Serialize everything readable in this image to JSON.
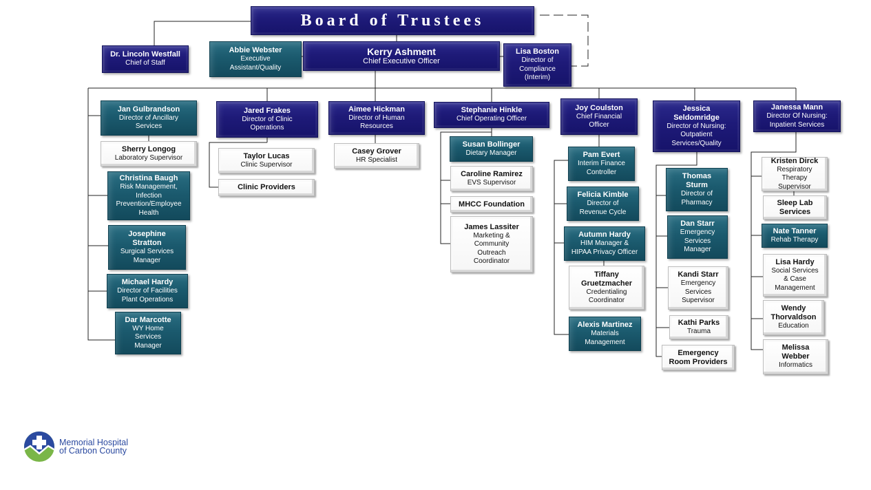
{
  "title": "Board of Trustees",
  "colors": {
    "navy": "#1e1a78",
    "teal": "#1b5a6e",
    "white": "#ffffff",
    "logo_blue": "#2b4aa0",
    "logo_green": "#7ab648"
  },
  "logo": {
    "line1": "Memorial Hospital",
    "line2": "of Carbon County",
    "icon": "hospital-cross-icon"
  },
  "nodes": [
    {
      "id": "board",
      "name": "Board of Trustees",
      "title": "",
      "style": "navy"
    },
    {
      "id": "westfall",
      "name": "Dr. Lincoln Westfall",
      "title": "Chief of Staff",
      "style": "navy"
    },
    {
      "id": "webster",
      "name": "Abbie Webster",
      "title": "Executive\nAssistant/Quality",
      "style": "teal"
    },
    {
      "id": "ashment",
      "name": "Kerry Ashment",
      "title": "Chief Executive Officer",
      "style": "navy"
    },
    {
      "id": "boston",
      "name": "Lisa Boston",
      "title": "Director of\nCompliance\n(Interim)",
      "style": "navy"
    },
    {
      "id": "gulbrandson",
      "name": "Jan Gulbrandson",
      "title": "Director of Ancillary\nServices",
      "style": "teal"
    },
    {
      "id": "longog",
      "name": "Sherry Longog",
      "title": "Laboratory Supervisor",
      "style": "white"
    },
    {
      "id": "baugh",
      "name": "Christina Baugh",
      "title": "Risk Management,\nInfection\nPrevention/Employee\nHealth",
      "style": "teal"
    },
    {
      "id": "stratton",
      "name": "Josephine\nStratton",
      "title": "Surgical Services\nManager",
      "style": "teal"
    },
    {
      "id": "mhardy",
      "name": "Michael Hardy",
      "title": "Director of Facilities\nPlant Operations",
      "style": "teal"
    },
    {
      "id": "marcotte",
      "name": "Dar Marcotte",
      "title": "WY Home\nServices\nManager",
      "style": "teal"
    },
    {
      "id": "frakes",
      "name": "Jared Frakes",
      "title": "Director of Clinic\nOperations",
      "style": "navy"
    },
    {
      "id": "lucas",
      "name": "Taylor Lucas",
      "title": "Clinic Supervisor",
      "style": "white"
    },
    {
      "id": "clinicprov",
      "name": "Clinic Providers",
      "title": "",
      "style": "white"
    },
    {
      "id": "hickman",
      "name": "Aimee Hickman",
      "title": "Director of Human\nResources",
      "style": "navy"
    },
    {
      "id": "grover",
      "name": "Casey Grover",
      "title": "HR Specialist",
      "style": "white"
    },
    {
      "id": "hinkle",
      "name": "Stephanie Hinkle",
      "title": "Chief Operating Officer",
      "style": "navy"
    },
    {
      "id": "bollinger",
      "name": "Susan Bollinger",
      "title": "Dietary Manager",
      "style": "teal"
    },
    {
      "id": "ramirez",
      "name": "Caroline Ramirez",
      "title": "EVS Supervisor",
      "style": "white"
    },
    {
      "id": "foundation",
      "name": "MHCC Foundation",
      "title": "",
      "style": "white"
    },
    {
      "id": "lassiter",
      "name": "James Lassiter",
      "title": "Marketing &\nCommunity\nOutreach\nCoordinator",
      "style": "white"
    },
    {
      "id": "coulston",
      "name": "Joy Coulston",
      "title": "Chief Financial\nOfficer",
      "style": "navy"
    },
    {
      "id": "evert",
      "name": "Pam Evert",
      "title": "Interim Finance\nController",
      "style": "teal"
    },
    {
      "id": "kimble",
      "name": "Felicia Kimble",
      "title": "Director of\nRevenue Cycle",
      "style": "teal"
    },
    {
      "id": "ahardy",
      "name": "Autumn Hardy",
      "title": "HIM Manager &\nHIPAA Privacy Officer",
      "style": "teal"
    },
    {
      "id": "gruetzmacher",
      "name": "Tiffany\nGruetzmacher",
      "title": "Credentialing\nCoordinator",
      "style": "white"
    },
    {
      "id": "martinez",
      "name": "Alexis Martinez",
      "title": "Materials\nManagement",
      "style": "teal"
    },
    {
      "id": "seldomridge",
      "name": "Jessica\nSeldomridge",
      "title": "Director of Nursing:\nOutpatient\nServices/Quality",
      "style": "navy"
    },
    {
      "id": "sturm",
      "name": "Thomas\nSturm",
      "title": "Director of\nPharmacy",
      "style": "teal"
    },
    {
      "id": "dstarr",
      "name": "Dan Starr",
      "title": "Emergency\nServices\nManager",
      "style": "teal"
    },
    {
      "id": "kstarr",
      "name": "Kandi Starr",
      "title": "Emergency\nServices\nSupervisor",
      "style": "white"
    },
    {
      "id": "parks",
      "name": "Kathi Parks",
      "title": "Trauma",
      "style": "white"
    },
    {
      "id": "erprov",
      "name": "Emergency\nRoom Providers",
      "title": "",
      "style": "white"
    },
    {
      "id": "mann",
      "name": "Janessa Mann",
      "title": "Director Of Nursing:\nInpatient Services",
      "style": "navy"
    },
    {
      "id": "dirck",
      "name": "Kristen Dirck",
      "title": "Respiratory Therapy\nSupervisor",
      "style": "white"
    },
    {
      "id": "sleeplab",
      "name": "Sleep Lab\nServices",
      "title": "",
      "style": "white"
    },
    {
      "id": "tanner",
      "name": "Nate Tanner",
      "title": "Rehab Therapy",
      "style": "teal"
    },
    {
      "id": "lhardy",
      "name": "Lisa Hardy",
      "title": "Social Services\n& Case\nManagement",
      "style": "white"
    },
    {
      "id": "thorvaldson",
      "name": "Wendy\nThorvaldson",
      "title": "Education",
      "style": "white"
    },
    {
      "id": "webber",
      "name": "Melissa\nWebber",
      "title": "Informatics",
      "style": "white"
    }
  ]
}
